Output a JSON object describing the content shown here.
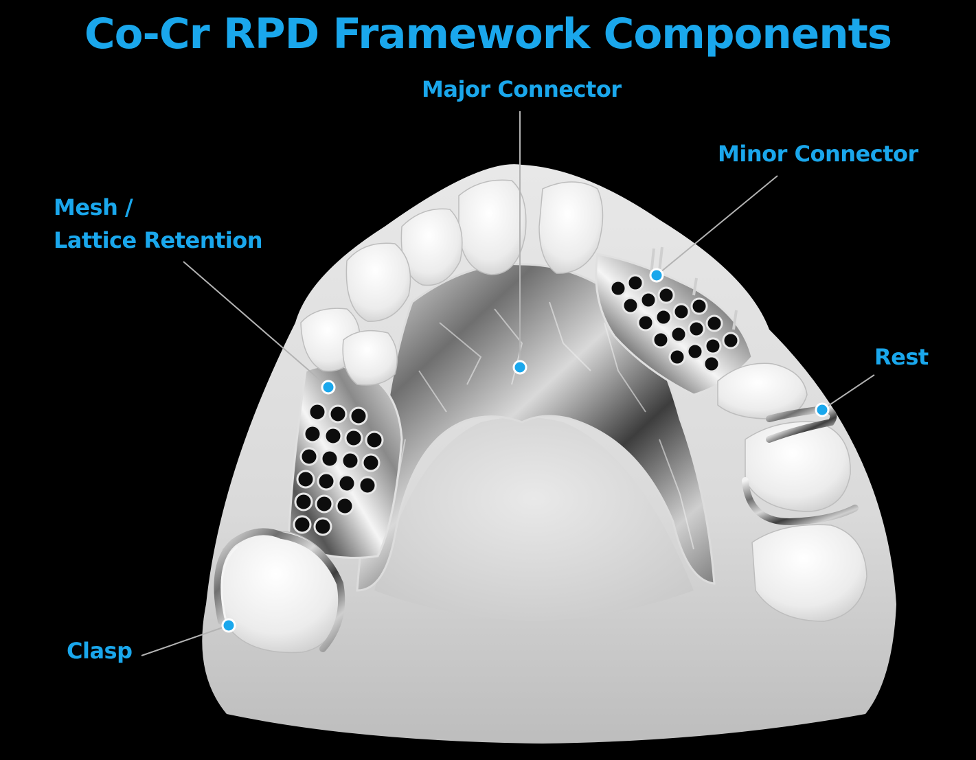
{
  "title": "Co-Cr RPD Framework Components",
  "colors": {
    "accent": "#1AA7EC",
    "background": "#000000",
    "leader_line": "#b3b3b3",
    "model_stone": "#e4e4e4",
    "metal": "#9d9d9d"
  },
  "labels": {
    "major_connector": "Major Connector",
    "minor_connector": "Minor Connector",
    "mesh_line1": "Mesh /",
    "mesh_line2": "Lattice Retention",
    "rest": "Rest",
    "clasp": "Clasp"
  }
}
